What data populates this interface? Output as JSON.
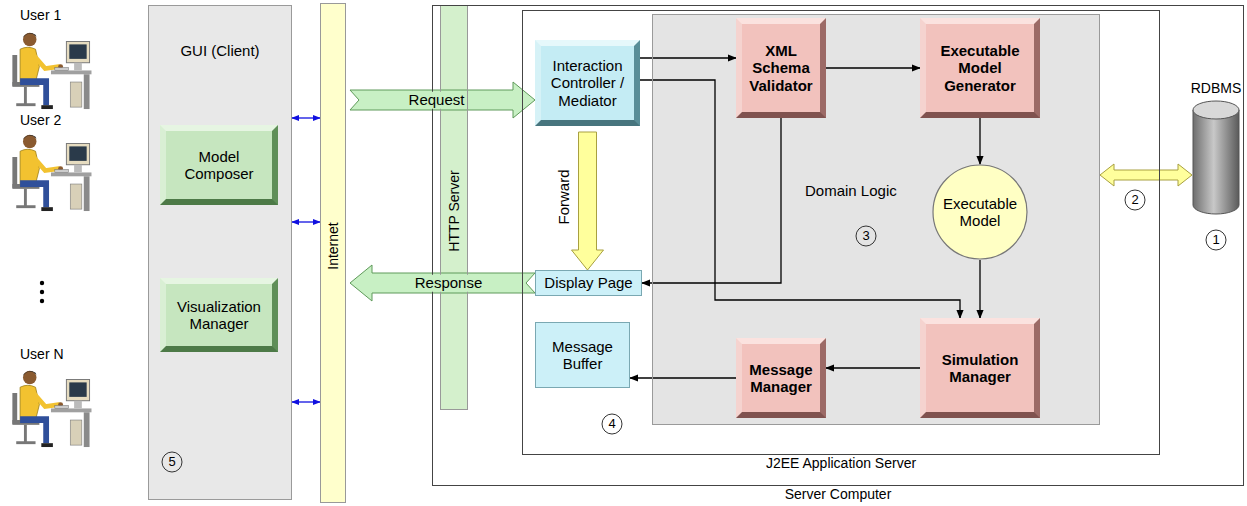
{
  "diagram": {
    "nodes": [
      {
        "text": [
          "GUI (Client)"
        ]
      },
      {
        "text": [
          "Model Composer"
        ],
        "in": 0
      },
      {
        "text": [
          "Visualization Manager"
        ],
        "in": 0
      },
      {
        "text": [
          "Internet"
        ]
      },
      {
        "text": [
          "HTTP Server"
        ]
      },
      {
        "text": [
          "Server Computer"
        ]
      },
      {
        "text": [
          "J2EE Application Server"
        ],
        "in": 5
      },
      {
        "text": [
          "Interaction Controller / Mediator"
        ],
        "in": 6
      },
      {
        "text": [
          "Domain Logic"
        ],
        "in": 6
      },
      {
        "text": [
          "XML Schema Validator"
        ],
        "in": 8
      },
      {
        "text": [
          "Executable Model Generator"
        ],
        "in": 8
      },
      {
        "text": [
          "Executable Model"
        ],
        "in": 8
      },
      {
        "text": [
          "Simulation Manager"
        ],
        "in": 8
      },
      {
        "text": [
          "Message Manager"
        ],
        "in": 8
      },
      {
        "text": [
          "Display Page"
        ],
        "in": 6
      },
      {
        "text": [
          "Message Buffer"
        ],
        "in": 6
      },
      {
        "text": [
          "RDBMS"
        ],
        "in": 5
      }
    ],
    "edges": [
      {
        "from": 0,
        "to": 3,
        "arrow": "both"
      },
      {
        "from": 0,
        "to": 3,
        "arrow": "both"
      },
      {
        "from": 0,
        "to": 3,
        "arrow": "both"
      },
      {
        "from": 3,
        "to": 7,
        "label": "Request",
        "arrow": "to"
      },
      {
        "from": 14,
        "to": 3,
        "label": "Response",
        "arrow": "to"
      },
      {
        "from": 7,
        "to": 14,
        "label": "Forward",
        "arrow": "to"
      },
      {
        "from": 7,
        "to": 9,
        "arrow": "to"
      },
      {
        "from": 7,
        "to": 12,
        "arrow": "to"
      },
      {
        "from": 9,
        "to": 10,
        "arrow": "to"
      },
      {
        "from": 10,
        "to": 11,
        "arrow": "to"
      },
      {
        "from": 9,
        "to": 14,
        "arrow": "to"
      },
      {
        "from": 11,
        "to": 12,
        "arrow": "to"
      },
      {
        "from": 12,
        "to": 13,
        "arrow": "to"
      },
      {
        "from": 13,
        "to": 15,
        "arrow": "to"
      },
      {
        "from": 8,
        "to": 16,
        "arrow": "both"
      }
    ],
    "labels": [
      "User 1",
      "User 2",
      "User N",
      "1",
      "2",
      "3",
      "4",
      "5"
    ]
  }
}
